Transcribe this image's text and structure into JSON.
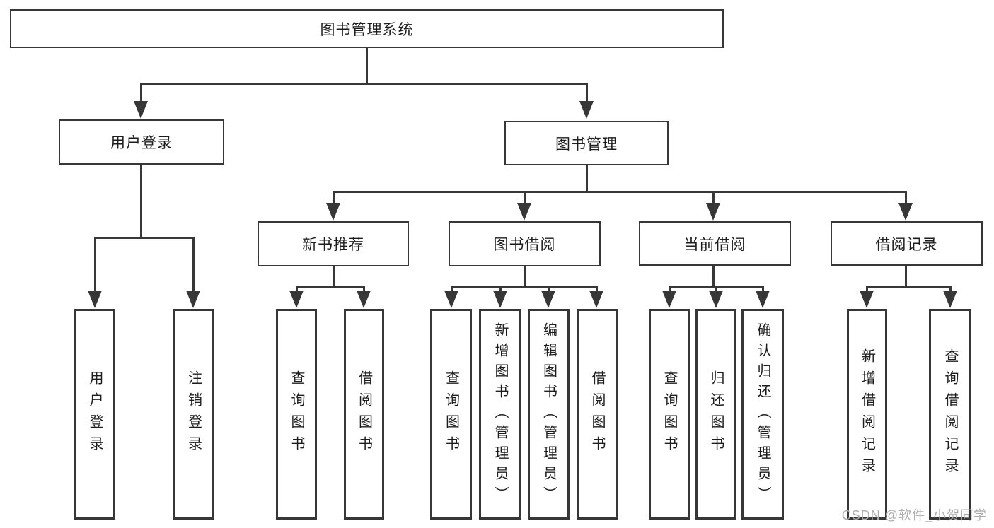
{
  "tree": {
    "label": "图书管理系统",
    "children": [
      {
        "label": "用户登录",
        "children": [
          {
            "label": "用户登录"
          },
          {
            "label": "注销登录"
          }
        ]
      },
      {
        "label": "图书管理",
        "children": [
          {
            "label": "新书推荐",
            "children": [
              {
                "label": "查询图书"
              },
              {
                "label": "借阅图书"
              }
            ]
          },
          {
            "label": "图书借阅",
            "children": [
              {
                "label": "查询图书"
              },
              {
                "label": "新增图书（管理员）"
              },
              {
                "label": "编辑图书（管理员）"
              },
              {
                "label": "借阅图书"
              }
            ]
          },
          {
            "label": "当前借阅",
            "children": [
              {
                "label": "查询图书"
              },
              {
                "label": "归还图书"
              },
              {
                "label": "确认归还（管理员）"
              }
            ]
          },
          {
            "label": "借阅记录",
            "children": [
              {
                "label": "新增借阅记录"
              },
              {
                "label": "查询借阅记录"
              }
            ]
          }
        ]
      }
    ]
  },
  "watermark": "CSDN @软件_小贺同学",
  "colors": {
    "line": "#373737",
    "text": "#1d1d1d",
    "watermark": "#adadad",
    "background": "#ffffff"
  }
}
